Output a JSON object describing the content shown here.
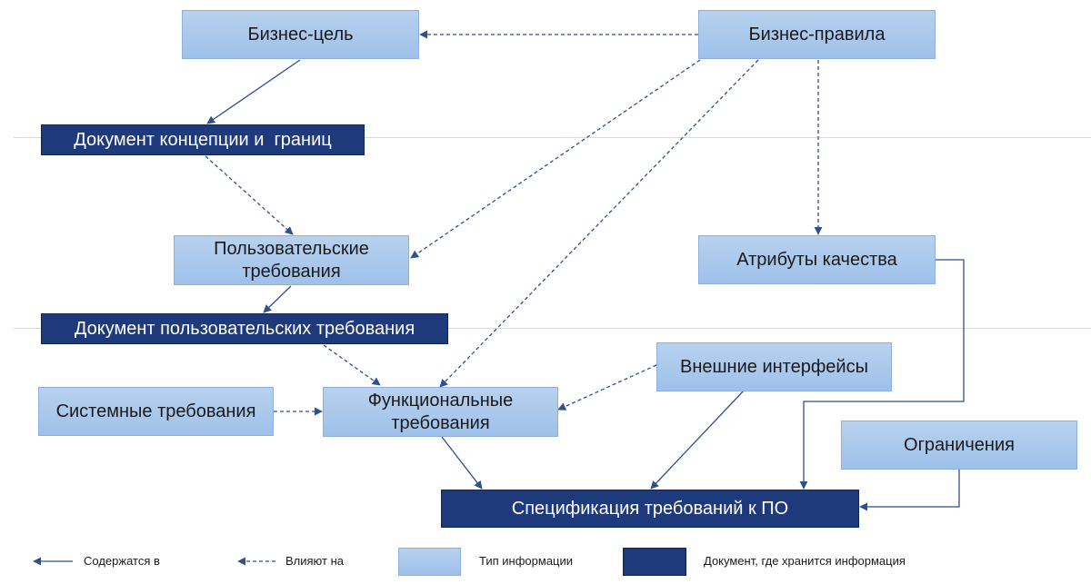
{
  "nodes": {
    "business_goal": "Бизнес-цель",
    "business_rules": "Бизнес-правила",
    "vision_scope_doc": "Документ концепции и  границ",
    "user_requirements": "Пользовательские\nтребования",
    "quality_attributes": "Атрибуты качества",
    "user_requirements_doc": "Документ пользовательских требования",
    "external_interfaces": "Внешние интерфейсы",
    "system_requirements": "Системные требования",
    "functional_requirements": "Функциональные\nтребования",
    "constraints": "Ограничения",
    "srs": "Спецификация требований к ПО"
  },
  "legend": {
    "contained_in": "Содержатся в",
    "influence": "Влияют на",
    "info_type": "Тип информации",
    "storage_doc": "Документ, где хранится информация"
  },
  "colors": {
    "info_fill": "#a9c8ec",
    "doc_fill": "#1f3a7a",
    "edge": "#2f4f8f"
  }
}
